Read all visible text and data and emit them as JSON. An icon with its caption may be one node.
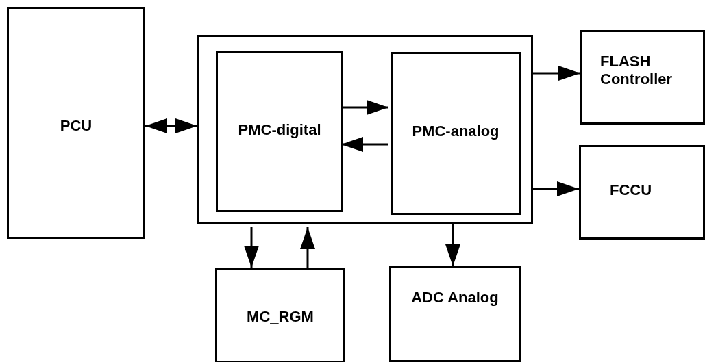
{
  "diagram": {
    "nodes": [
      {
        "text": [
          "PCU"
        ]
      },
      {
        "text": [],
        "shape": "box"
      },
      {
        "text": [
          "PMC-digital"
        ],
        "in": 1
      },
      {
        "text": [
          "PMC-analog"
        ],
        "in": 1
      },
      {
        "text": [
          "FLASH Controller"
        ]
      },
      {
        "text": [
          "FCCU"
        ]
      },
      {
        "text": [
          "MC_RGM"
        ]
      },
      {
        "text": [
          "ADC Analog"
        ]
      }
    ],
    "edges": [
      {
        "from": 0,
        "to": 1,
        "arrow": "both"
      },
      {
        "from": 2,
        "to": 3,
        "arrow": "to"
      },
      {
        "from": 3,
        "to": 2,
        "arrow": "to"
      },
      {
        "from": 1,
        "to": 4,
        "arrow": "to"
      },
      {
        "from": 1,
        "to": 5,
        "arrow": "to"
      },
      {
        "from": 1,
        "to": 6,
        "arrow": "to"
      },
      {
        "from": 6,
        "to": 1,
        "arrow": "to"
      },
      {
        "from": 1,
        "to": 7,
        "arrow": "to"
      }
    ]
  }
}
